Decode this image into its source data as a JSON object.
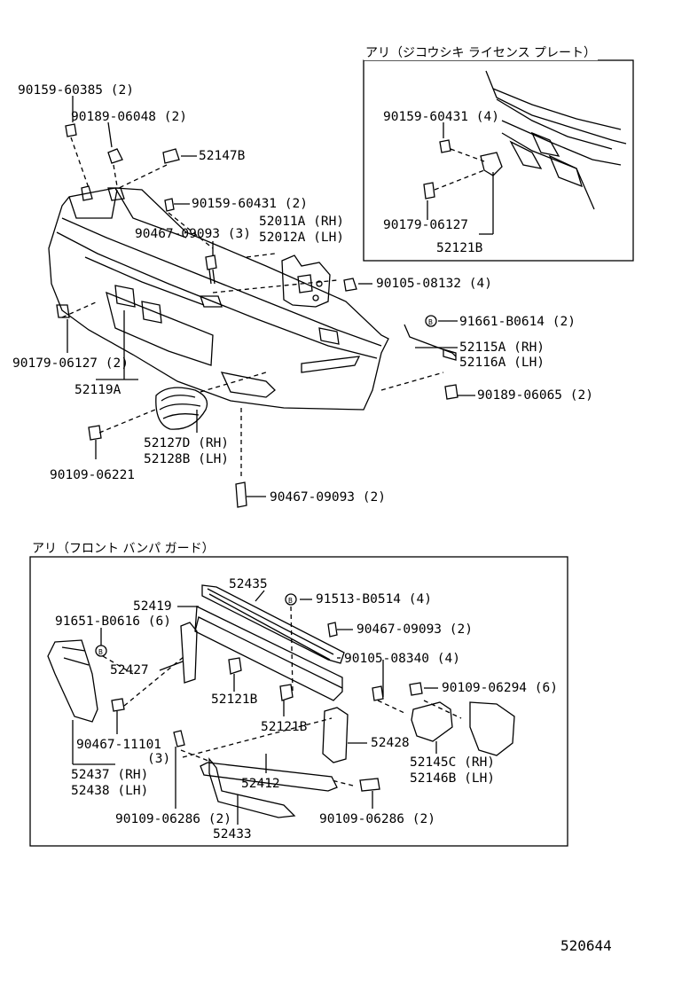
{
  "diagram_code": "520644",
  "top_box": {
    "header": "アリ（ジコウシキ ライセンス プレート）",
    "labels": [
      "90159-60431 (4)",
      "90179-06127",
      "52121B"
    ]
  },
  "bottom_box": {
    "header": "アリ（フロント バンパ ガード）",
    "labels": [
      "52435",
      "52419",
      "91513-B0514 (4)",
      "91651-B0616 (6)",
      "90467-09093 (2)",
      "90105-08340 (4)",
      "52427",
      "90109-06294 (6)",
      "52121B",
      "52121B",
      "52428",
      "90467-11101",
      "(3)",
      "52145C (RH)",
      "52146B (LH)",
      "52437 (RH)",
      "52438 (LH)",
      "52412",
      "90109-06286 (2)",
      "90109-06286 (2)",
      "52433"
    ]
  },
  "main_labels": [
    "90159-60385 (2)",
    "90189-06048 (2)",
    "52147B",
    "90159-60431 (2)",
    "52011A (RH)",
    "52012A (LH)",
    "90467-09093 (3)",
    "90105-08132 (4)",
    "91661-B0614 (2)",
    "52115A (RH)",
    "52116A (LH)",
    "90179-06127 (2)",
    "52119A",
    "90189-06065 (2)",
    "52127D (RH)",
    "52128B (LH)",
    "90109-06221",
    "90467-09093 (2)"
  ]
}
